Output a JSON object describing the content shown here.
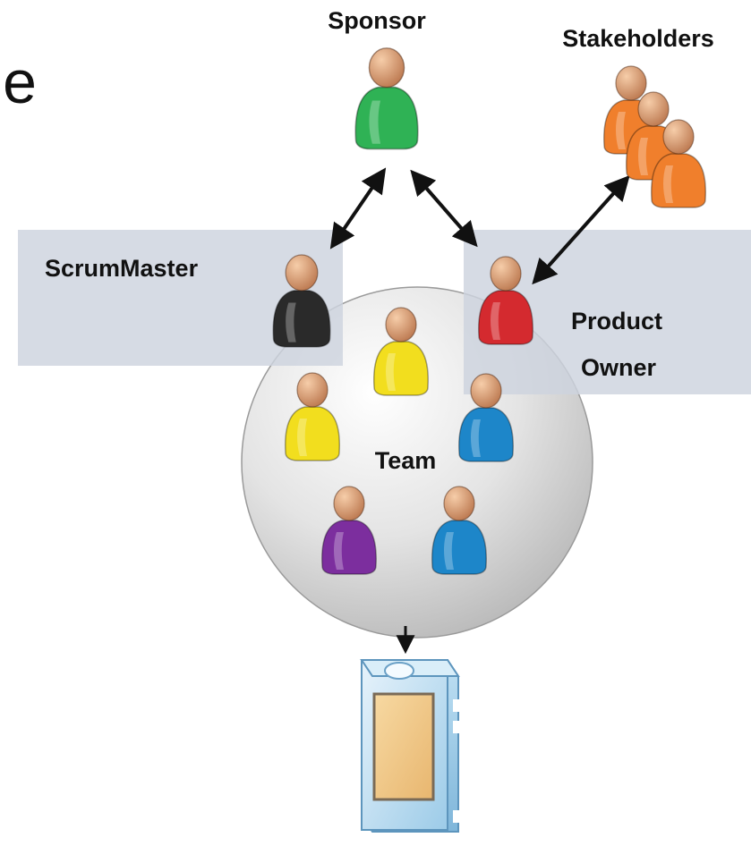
{
  "title_fragment": "le",
  "roles": {
    "sponsor": "Sponsor",
    "stakeholders": "Stakeholders",
    "scrummaster": "ScrumMaster",
    "product_owner_line1": "Product",
    "product_owner_line2": "Owner",
    "team": "Team"
  },
  "colors": {
    "sponsor": "#2fb255",
    "stakeholders": "#f07f2c",
    "scrummaster": "#2a2a2a",
    "product_owner": "#d42a2f",
    "team_yellow": "#f2de1e",
    "team_blue": "#1d86c9",
    "team_purple": "#7c2e9e",
    "role_box": "#d8dde6",
    "skin": "#e6a26f"
  },
  "icons": {
    "deliverable": "software-box-icon",
    "person": "person-icon"
  }
}
